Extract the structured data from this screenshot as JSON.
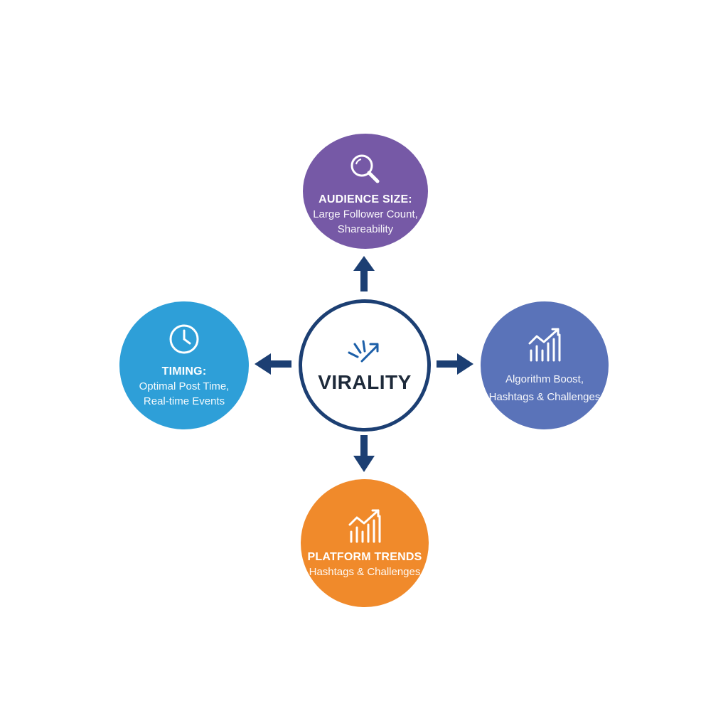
{
  "center": {
    "label": "VIRALITY",
    "icon": "burst-arrow-icon"
  },
  "nodes": {
    "audience": {
      "title": "AUDIENCE SIZE:",
      "lines": [
        "Large Follower Count,",
        "Shareability"
      ],
      "icon": "magnifier-icon",
      "color": "#7659a6"
    },
    "timing": {
      "title": "TIMING:",
      "lines": [
        "Optimal Post Time,",
        "Real-time Events"
      ],
      "icon": "clock-icon",
      "color": "#2e9fd8"
    },
    "algorithm": {
      "lines": [
        "Algorithm Boost,",
        "Hashtags & Challenges"
      ],
      "icon": "growth-chart-icon",
      "color": "#5a73b9"
    },
    "trends": {
      "title": "PLATFORM TRENDS",
      "lines": [
        "Hashtags & Challenges"
      ],
      "icon": "growth-chart-icon",
      "color": "#f08a2b"
    }
  },
  "colors": {
    "arrow": "#1c3f73",
    "center_border": "#1c3f73"
  }
}
